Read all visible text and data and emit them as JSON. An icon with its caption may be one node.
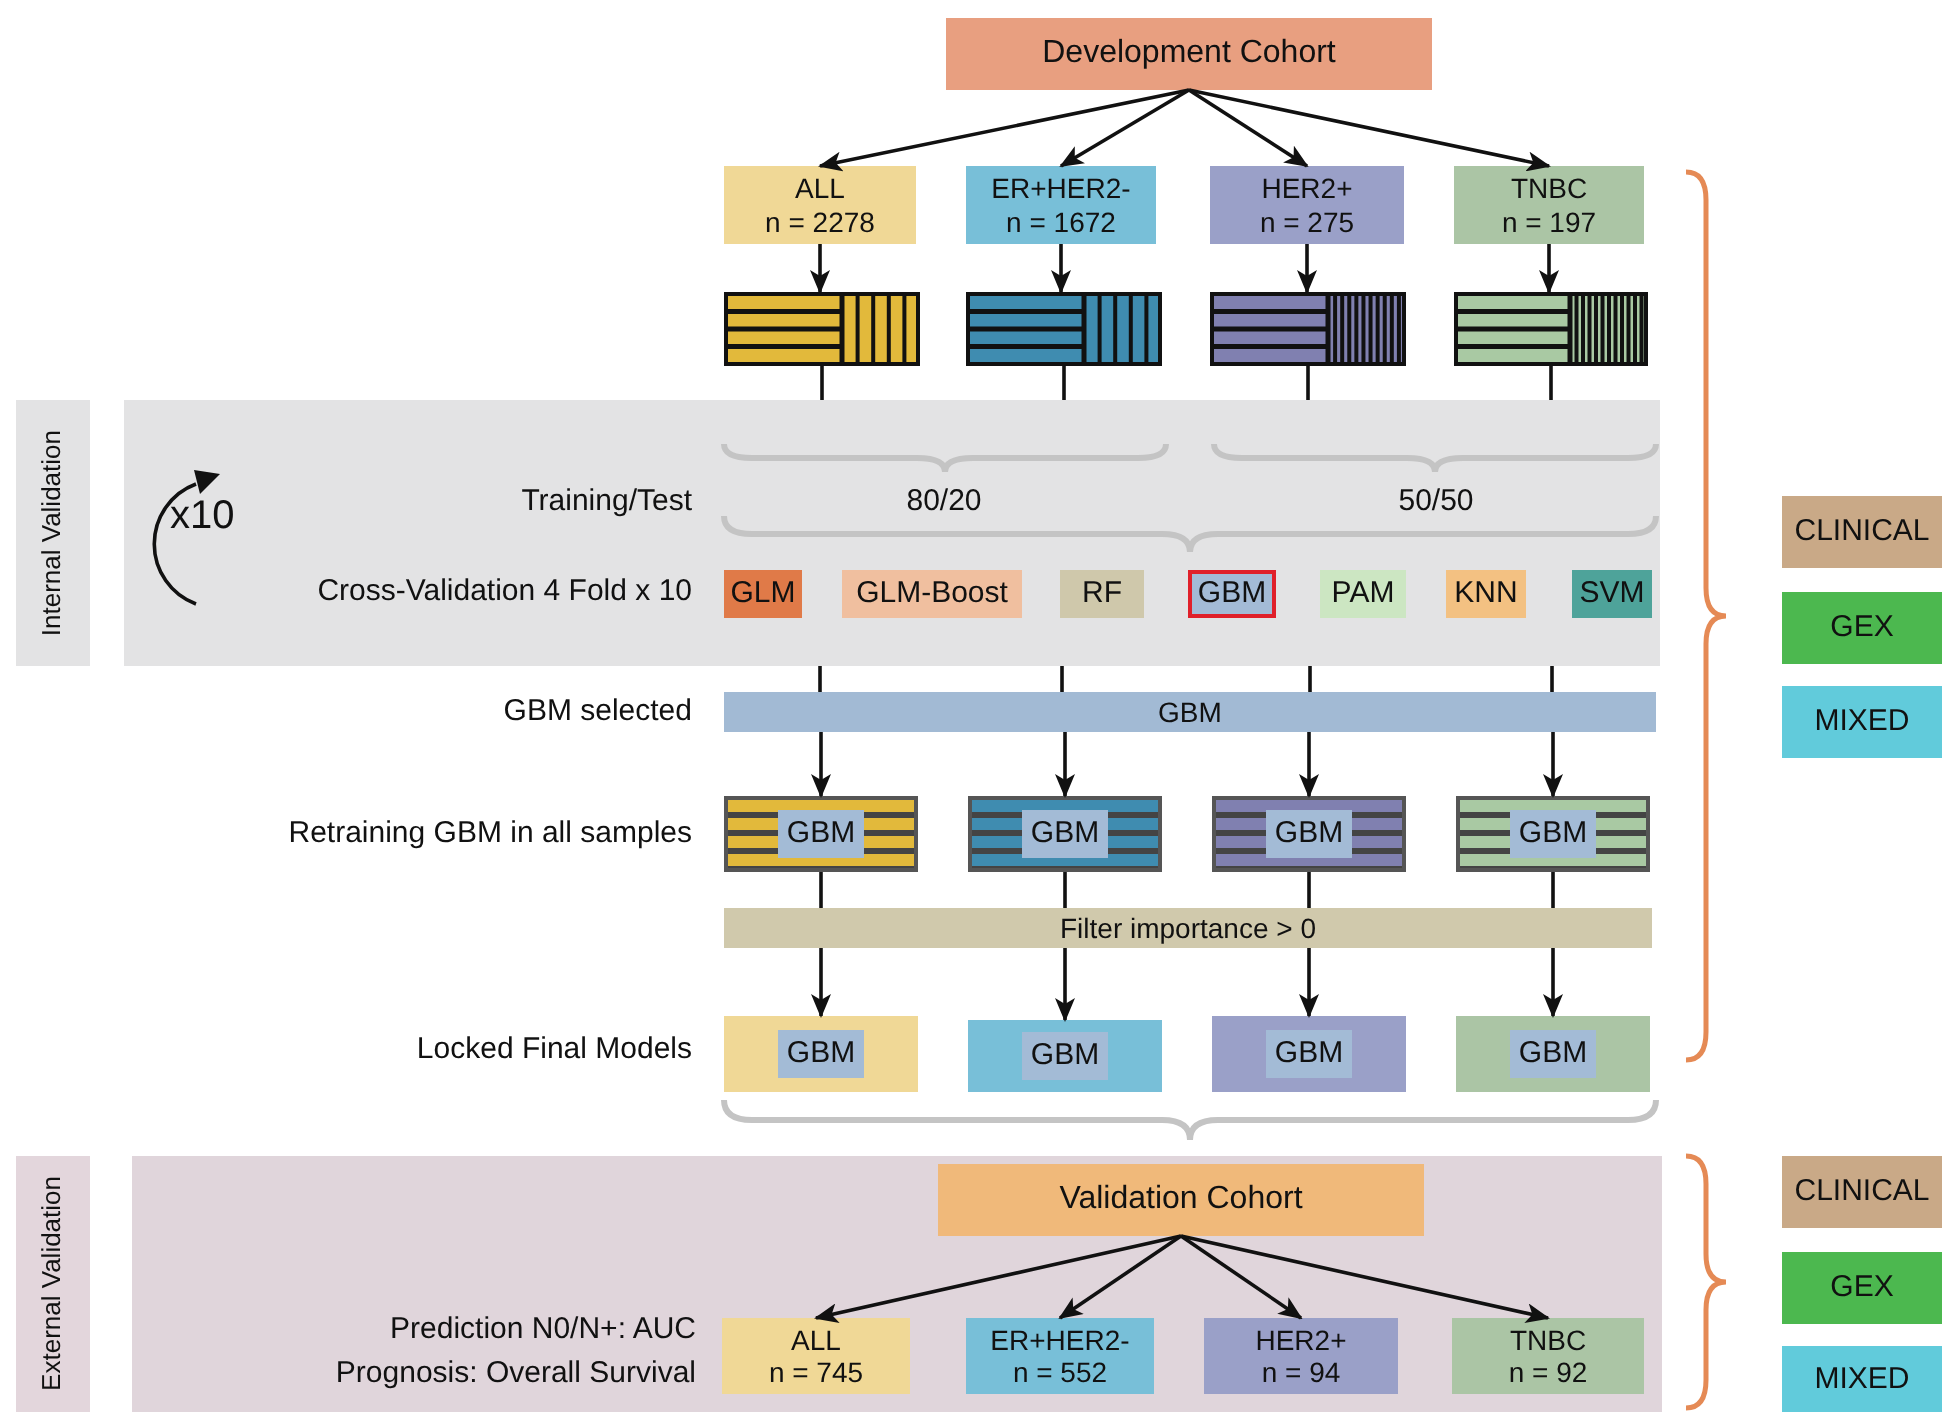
{
  "diagram": {
    "nodes": [
      {
        "text": [
          "Development Cohort"
        ]
      },
      {
        "text": [
          "ALL",
          "n = 2278"
        ]
      },
      {
        "text": [
          "ER+HER2-",
          "n = 1672"
        ]
      },
      {
        "text": [
          "HER2+",
          "n = 275"
        ]
      },
      {
        "text": [
          "TNBC",
          "n = 197"
        ]
      },
      {
        "text": [],
        "shape": "bar"
      },
      {
        "text": [],
        "shape": "bar"
      },
      {
        "text": [],
        "shape": "bar"
      },
      {
        "text": [],
        "shape": "bar"
      },
      {
        "text": [
          "Internal Validation"
        ]
      },
      {
        "text": [],
        "shape": "box"
      },
      {
        "text": [
          "GLM"
        ],
        "in": 10
      },
      {
        "text": [
          "GLM-Boost"
        ],
        "in": 10
      },
      {
        "text": [
          "RF"
        ],
        "in": 10
      },
      {
        "text": [
          "GBM"
        ],
        "in": 10
      },
      {
        "text": [
          "PAM"
        ],
        "in": 10
      },
      {
        "text": [
          "KNN"
        ],
        "in": 10
      },
      {
        "text": [
          "SVM"
        ],
        "in": 10
      },
      {
        "text": [
          "GBM"
        ],
        "beside": [
          "GBM selected"
        ]
      },
      {
        "text": [
          "GBM"
        ]
      },
      {
        "text": [
          "GBM"
        ]
      },
      {
        "text": [
          "GBM"
        ]
      },
      {
        "text": [
          "GBM"
        ]
      },
      {
        "text": [
          "Filter importance > 0"
        ]
      },
      {
        "text": [
          "GBM"
        ]
      },
      {
        "text": [
          "GBM"
        ]
      },
      {
        "text": [
          "GBM"
        ]
      },
      {
        "text": [
          "GBM"
        ]
      },
      {
        "text": [
          "External Validation"
        ]
      },
      {
        "text": [],
        "shape": "box"
      },
      {
        "text": [
          "Validation Cohort"
        ],
        "in": 29
      },
      {
        "text": [
          "ALL",
          "n = 745"
        ],
        "in": 29
      },
      {
        "text": [
          "ER+HER2-",
          "n = 552"
        ],
        "in": 29
      },
      {
        "text": [
          "HER2+",
          "n = 94"
        ],
        "in": 29
      },
      {
        "text": [
          "TNBC",
          "n = 92"
        ],
        "in": 29
      },
      {
        "text": [
          "CLINICAL"
        ]
      },
      {
        "text": [
          "GEX"
        ]
      },
      {
        "text": [
          "MIXED"
        ]
      },
      {
        "text": [
          "CLINICAL"
        ]
      },
      {
        "text": [
          "GEX"
        ]
      },
      {
        "text": [
          "MIXED"
        ]
      }
    ],
    "edges": [
      {
        "from": 0,
        "to": 1,
        "arrow": "to"
      },
      {
        "from": 0,
        "to": 2,
        "arrow": "to"
      },
      {
        "from": 0,
        "to": 3,
        "arrow": "to"
      },
      {
        "from": 0,
        "to": 4,
        "arrow": "to"
      },
      {
        "from": 1,
        "to": 5,
        "arrow": "to"
      },
      {
        "from": 2,
        "to": 6,
        "arrow": "to"
      },
      {
        "from": 3,
        "to": 7,
        "arrow": "to"
      },
      {
        "from": 4,
        "to": 8,
        "arrow": "to"
      },
      {
        "from": 5,
        "to": 10,
        "arrow": "none"
      },
      {
        "from": 6,
        "to": 10,
        "arrow": "none"
      },
      {
        "from": 7,
        "to": 10,
        "arrow": "none"
      },
      {
        "from": 8,
        "to": 10,
        "arrow": "none"
      },
      {
        "from": 10,
        "to": 18,
        "arrow": "none"
      },
      {
        "from": 10,
        "to": 18,
        "arrow": "none"
      },
      {
        "from": 10,
        "to": 18,
        "arrow": "none"
      },
      {
        "from": 10,
        "to": 18,
        "arrow": "none"
      },
      {
        "from": 18,
        "to": 19,
        "arrow": "to"
      },
      {
        "from": 18,
        "to": 20,
        "arrow": "to"
      },
      {
        "from": 18,
        "to": 21,
        "arrow": "to"
      },
      {
        "from": 18,
        "to": 22,
        "arrow": "to"
      },
      {
        "from": 19,
        "to": 23,
        "arrow": "none"
      },
      {
        "from": 20,
        "to": 23,
        "arrow": "none"
      },
      {
        "from": 21,
        "to": 23,
        "arrow": "none"
      },
      {
        "from": 22,
        "to": 23,
        "arrow": "none"
      },
      {
        "from": 23,
        "to": 24,
        "arrow": "to"
      },
      {
        "from": 23,
        "to": 25,
        "arrow": "to"
      },
      {
        "from": 23,
        "to": 26,
        "arrow": "to"
      },
      {
        "from": 23,
        "to": 27,
        "arrow": "to"
      },
      {
        "from": 30,
        "to": 31,
        "arrow": "to"
      },
      {
        "from": 30,
        "to": 32,
        "arrow": "to"
      },
      {
        "from": 30,
        "to": 33,
        "arrow": "to"
      },
      {
        "from": 30,
        "to": 34,
        "arrow": "to"
      }
    ],
    "labels": [
      "x10",
      "Training/Test",
      "80/20",
      "50/50",
      "Cross-Validation 4 Fold x 10",
      "Retraining GBM in all samples",
      "Locked Final Models",
      "Prediction N0/N+: AUC",
      "Prognosis: Overall Survival"
    ]
  }
}
